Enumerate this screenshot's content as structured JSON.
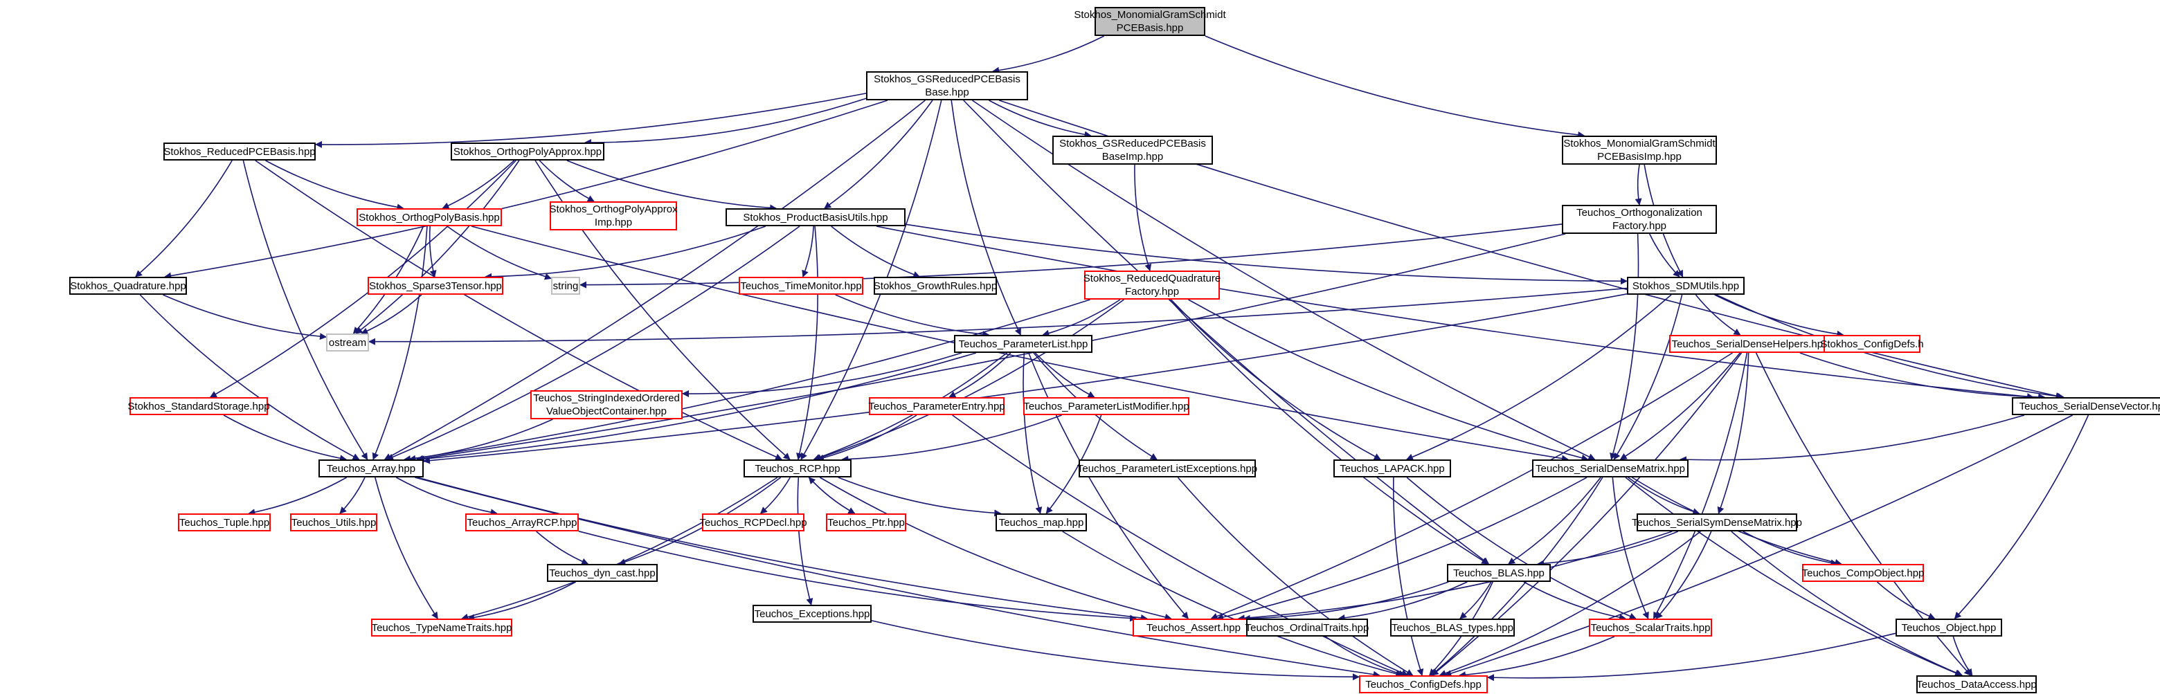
{
  "diagram": {
    "edge_color": "#191970",
    "border_colors": {
      "black": "#000000",
      "red": "#ff0000",
      "plain": "#bfbfbf"
    },
    "root_fill": "#bfbfbf",
    "nodes": [
      {
        "id": "root",
        "lines": [
          "Stokhos_MonomialGramSchmidt",
          "PCEBasis.hpp"
        ],
        "style": "root"
      },
      {
        "id": "gsbase",
        "lines": [
          "Stokhos_GSReducedPCEBasis",
          "Base.hpp"
        ],
        "style": "black"
      },
      {
        "id": "mgsimp",
        "lines": [
          "Stokhos_MonomialGramSchmidt",
          "PCEBasisImp.hpp"
        ],
        "style": "black"
      },
      {
        "id": "reduced",
        "lines": [
          "Stokhos_ReducedPCEBasis.hpp"
        ],
        "style": "black"
      },
      {
        "id": "opa",
        "lines": [
          "Stokhos_OrthogPolyApprox.hpp"
        ],
        "style": "black"
      },
      {
        "id": "gsbaseimp",
        "lines": [
          "Stokhos_GSReducedPCEBasis",
          "BaseImp.hpp"
        ],
        "style": "black"
      },
      {
        "id": "orthofact",
        "lines": [
          "Teuchos_Orthogonalization",
          "Factory.hpp"
        ],
        "style": "black"
      },
      {
        "id": "opb",
        "lines": [
          "Stokhos_OrthogPolyBasis.hpp"
        ],
        "style": "red"
      },
      {
        "id": "opaimp",
        "lines": [
          "Stokhos_OrthogPolyApprox",
          "Imp.hpp"
        ],
        "style": "red"
      },
      {
        "id": "pbu",
        "lines": [
          "Stokhos_ProductBasisUtils.hpp"
        ],
        "style": "black"
      },
      {
        "id": "string",
        "lines": [
          "string"
        ],
        "style": "plain"
      },
      {
        "id": "quad",
        "lines": [
          "Stokhos_Quadrature.hpp"
        ],
        "style": "black"
      },
      {
        "id": "sparse3",
        "lines": [
          "Stokhos_Sparse3Tensor.hpp"
        ],
        "style": "red"
      },
      {
        "id": "timemon",
        "lines": [
          "Teuchos_TimeMonitor.hpp"
        ],
        "style": "red"
      },
      {
        "id": "growth",
        "lines": [
          "Stokhos_GrowthRules.hpp"
        ],
        "style": "black"
      },
      {
        "id": "rqf",
        "lines": [
          "Stokhos_ReducedQuadrature",
          "Factory.hpp"
        ],
        "style": "red"
      },
      {
        "id": "sdmutils",
        "lines": [
          "Stokhos_SDMUtils.hpp"
        ],
        "style": "black"
      },
      {
        "id": "ostream",
        "lines": [
          "ostream"
        ],
        "style": "plain"
      },
      {
        "id": "plist",
        "lines": [
          "Teuchos_ParameterList.hpp"
        ],
        "style": "black"
      },
      {
        "id": "sdhelpers",
        "lines": [
          "Teuchos_SerialDenseHelpers.hpp"
        ],
        "style": "red"
      },
      {
        "id": "configdefsh",
        "lines": [
          "Stokhos_ConfigDefs.h"
        ],
        "style": "red"
      },
      {
        "id": "stdstorage",
        "lines": [
          "Stokhos_StandardStorage.hpp"
        ],
        "style": "red"
      },
      {
        "id": "siovoc",
        "lines": [
          "Teuchos_StringIndexedOrdered",
          "ValueObjectContainer.hpp"
        ],
        "style": "red"
      },
      {
        "id": "pentry",
        "lines": [
          "Teuchos_ParameterEntry.hpp"
        ],
        "style": "red"
      },
      {
        "id": "plmod",
        "lines": [
          "Teuchos_ParameterListModifier.hpp"
        ],
        "style": "red"
      },
      {
        "id": "sdvector",
        "lines": [
          "Teuchos_SerialDenseVector.hpp"
        ],
        "style": "black"
      },
      {
        "id": "array",
        "lines": [
          "Teuchos_Array.hpp"
        ],
        "style": "black"
      },
      {
        "id": "rcp",
        "lines": [
          "Teuchos_RCP.hpp"
        ],
        "style": "black"
      },
      {
        "id": "plexc",
        "lines": [
          "Teuchos_ParameterListExceptions.hpp"
        ],
        "style": "black"
      },
      {
        "id": "lapack",
        "lines": [
          "Teuchos_LAPACK.hpp"
        ],
        "style": "black"
      },
      {
        "id": "sdmatrix",
        "lines": [
          "Teuchos_SerialDenseMatrix.hpp"
        ],
        "style": "black"
      },
      {
        "id": "tuple",
        "lines": [
          "Teuchos_Tuple.hpp"
        ],
        "style": "red"
      },
      {
        "id": "utils",
        "lines": [
          "Teuchos_Utils.hpp"
        ],
        "style": "red"
      },
      {
        "id": "arrayrcp",
        "lines": [
          "Teuchos_ArrayRCP.hpp"
        ],
        "style": "red"
      },
      {
        "id": "rcpdecl",
        "lines": [
          "Teuchos_RCPDecl.hpp"
        ],
        "style": "red"
      },
      {
        "id": "ptr",
        "lines": [
          "Teuchos_Ptr.hpp"
        ],
        "style": "red"
      },
      {
        "id": "map",
        "lines": [
          "Teuchos_map.hpp"
        ],
        "style": "black"
      },
      {
        "id": "ssdm",
        "lines": [
          "Teuchos_SerialSymDenseMatrix.hpp"
        ],
        "style": "black"
      },
      {
        "id": "dyncast",
        "lines": [
          "Teuchos_dyn_cast.hpp"
        ],
        "style": "black"
      },
      {
        "id": "exceptions",
        "lines": [
          "Teuchos_Exceptions.hpp"
        ],
        "style": "black"
      },
      {
        "id": "blas",
        "lines": [
          "Teuchos_BLAS.hpp"
        ],
        "style": "black"
      },
      {
        "id": "compobj",
        "lines": [
          "Teuchos_CompObject.hpp"
        ],
        "style": "red"
      },
      {
        "id": "tnt",
        "lines": [
          "Teuchos_TypeNameTraits.hpp"
        ],
        "style": "red"
      },
      {
        "id": "assert",
        "lines": [
          "Teuchos_Assert.hpp"
        ],
        "style": "red"
      },
      {
        "id": "ordtraits",
        "lines": [
          "Teuchos_OrdinalTraits.hpp"
        ],
        "style": "black"
      },
      {
        "id": "blastypes",
        "lines": [
          "Teuchos_BLAS_types.hpp"
        ],
        "style": "black"
      },
      {
        "id": "scalartraits",
        "lines": [
          "Teuchos_ScalarTraits.hpp"
        ],
        "style": "red"
      },
      {
        "id": "object",
        "lines": [
          "Teuchos_Object.hpp"
        ],
        "style": "black"
      },
      {
        "id": "configdefs",
        "lines": [
          "Teuchos_ConfigDefs.hpp"
        ],
        "style": "red"
      },
      {
        "id": "dataaccess",
        "lines": [
          "Teuchos_DataAccess.hpp"
        ],
        "style": "black"
      }
    ],
    "edges": [
      [
        "root",
        "gsbase"
      ],
      [
        "root",
        "mgsimp"
      ],
      [
        "gsbase",
        "reduced"
      ],
      [
        "gsbase",
        "opa"
      ],
      [
        "gsbase",
        "gsbaseimp"
      ],
      [
        "gsbase",
        "pbu"
      ],
      [
        "gsbase",
        "quad"
      ],
      [
        "gsbase",
        "array"
      ],
      [
        "gsbase",
        "rcp"
      ],
      [
        "gsbase",
        "plist"
      ],
      [
        "gsbase",
        "blas"
      ],
      [
        "gsbase",
        "sdmatrix"
      ],
      [
        "gsbase",
        "sdvector"
      ],
      [
        "mgsimp",
        "orthofact"
      ],
      [
        "mgsimp",
        "sdmutils"
      ],
      [
        "reduced",
        "opb"
      ],
      [
        "reduced",
        "quad"
      ],
      [
        "reduced",
        "array"
      ],
      [
        "reduced",
        "rcp"
      ],
      [
        "opa",
        "opb"
      ],
      [
        "opa",
        "opaimp"
      ],
      [
        "opa",
        "pbu"
      ],
      [
        "opa",
        "stdstorage"
      ],
      [
        "opa",
        "ostream"
      ],
      [
        "opa",
        "rcp"
      ],
      [
        "gsbaseimp",
        "rqf"
      ],
      [
        "orthofact",
        "sdmutils"
      ],
      [
        "orthofact",
        "sdmatrix"
      ],
      [
        "orthofact",
        "string"
      ],
      [
        "orthofact",
        "array"
      ],
      [
        "opb",
        "sparse3"
      ],
      [
        "opb",
        "string"
      ],
      [
        "opb",
        "ostream"
      ],
      [
        "opb",
        "array"
      ],
      [
        "opb",
        "sdmatrix"
      ],
      [
        "pbu",
        "sparse3"
      ],
      [
        "pbu",
        "timemon"
      ],
      [
        "pbu",
        "growth"
      ],
      [
        "pbu",
        "sdmutils"
      ],
      [
        "pbu",
        "rcp"
      ],
      [
        "pbu",
        "array"
      ],
      [
        "pbu",
        "sdvector"
      ],
      [
        "quad",
        "ostream"
      ],
      [
        "quad",
        "array"
      ],
      [
        "sparse3",
        "ostream"
      ],
      [
        "timemon",
        "plist"
      ],
      [
        "rqf",
        "plist"
      ],
      [
        "rqf",
        "rcp"
      ],
      [
        "rqf",
        "array"
      ],
      [
        "rqf",
        "sdmatrix"
      ],
      [
        "rqf",
        "lapack"
      ],
      [
        "rqf",
        "blas"
      ],
      [
        "sdmutils",
        "sdhelpers"
      ],
      [
        "sdmutils",
        "configdefsh"
      ],
      [
        "sdmutils",
        "sdvector"
      ],
      [
        "sdmutils",
        "sdmatrix"
      ],
      [
        "sdmutils",
        "lapack"
      ],
      [
        "sdmutils",
        "ostream"
      ],
      [
        "sdmutils",
        "array"
      ],
      [
        "plist",
        "siovoc"
      ],
      [
        "plist",
        "pentry"
      ],
      [
        "plist",
        "plmod"
      ],
      [
        "plist",
        "plexc"
      ],
      [
        "plist",
        "array"
      ],
      [
        "plist",
        "rcp"
      ],
      [
        "plist",
        "map"
      ],
      [
        "plist",
        "assert"
      ],
      [
        "sdhelpers",
        "sdvector"
      ],
      [
        "sdhelpers",
        "sdmatrix"
      ],
      [
        "sdhelpers",
        "ssdm"
      ],
      [
        "sdhelpers",
        "assert"
      ],
      [
        "sdhelpers",
        "scalartraits"
      ],
      [
        "sdhelpers",
        "configdefs"
      ],
      [
        "sdhelpers",
        "dataaccess"
      ],
      [
        "stdstorage",
        "array"
      ],
      [
        "siovoc",
        "array"
      ],
      [
        "pentry",
        "rcp"
      ],
      [
        "pentry",
        "configdefs"
      ],
      [
        "plmod",
        "rcp"
      ],
      [
        "plmod",
        "map"
      ],
      [
        "sdvector",
        "sdmatrix"
      ],
      [
        "sdvector",
        "object"
      ],
      [
        "sdvector",
        "configdefs"
      ],
      [
        "array",
        "tuple"
      ],
      [
        "array",
        "utils"
      ],
      [
        "array",
        "arrayrcp"
      ],
      [
        "array",
        "tnt"
      ],
      [
        "array",
        "assert"
      ],
      [
        "array",
        "configdefs"
      ],
      [
        "rcp",
        "rcpdecl"
      ],
      [
        "rcp",
        "ptr"
      ],
      [
        "rcp",
        "map"
      ],
      [
        "rcp",
        "dyncast"
      ],
      [
        "rcp",
        "exceptions"
      ],
      [
        "rcp",
        "tnt"
      ],
      [
        "rcp",
        "assert"
      ],
      [
        "ptr",
        "rcp"
      ],
      [
        "plexc",
        "configdefs"
      ],
      [
        "lapack",
        "scalartraits"
      ],
      [
        "lapack",
        "configdefs"
      ],
      [
        "sdmatrix",
        "ssdm"
      ],
      [
        "sdmatrix",
        "compobj"
      ],
      [
        "sdmatrix",
        "blas"
      ],
      [
        "sdmatrix",
        "scalartraits"
      ],
      [
        "sdmatrix",
        "assert"
      ],
      [
        "sdmatrix",
        "configdefs"
      ],
      [
        "sdmatrix",
        "dataaccess"
      ],
      [
        "arrayrcp",
        "dyncast"
      ],
      [
        "arrayrcp",
        "assert"
      ],
      [
        "map",
        "configdefs"
      ],
      [
        "ssdm",
        "blas"
      ],
      [
        "ssdm",
        "compobj"
      ],
      [
        "ssdm",
        "scalartraits"
      ],
      [
        "ssdm",
        "assert"
      ],
      [
        "ssdm",
        "configdefs"
      ],
      [
        "ssdm",
        "dataaccess"
      ],
      [
        "dyncast",
        "tnt"
      ],
      [
        "exceptions",
        "configdefs"
      ],
      [
        "blas",
        "ordtraits"
      ],
      [
        "blas",
        "blastypes"
      ],
      [
        "blas",
        "scalartraits"
      ],
      [
        "blas",
        "assert"
      ],
      [
        "blas",
        "configdefs"
      ],
      [
        "compobj",
        "object"
      ],
      [
        "ordtraits",
        "configdefs"
      ],
      [
        "scalartraits",
        "configdefs"
      ],
      [
        "object",
        "configdefs"
      ],
      [
        "object",
        "dataaccess"
      ]
    ]
  }
}
